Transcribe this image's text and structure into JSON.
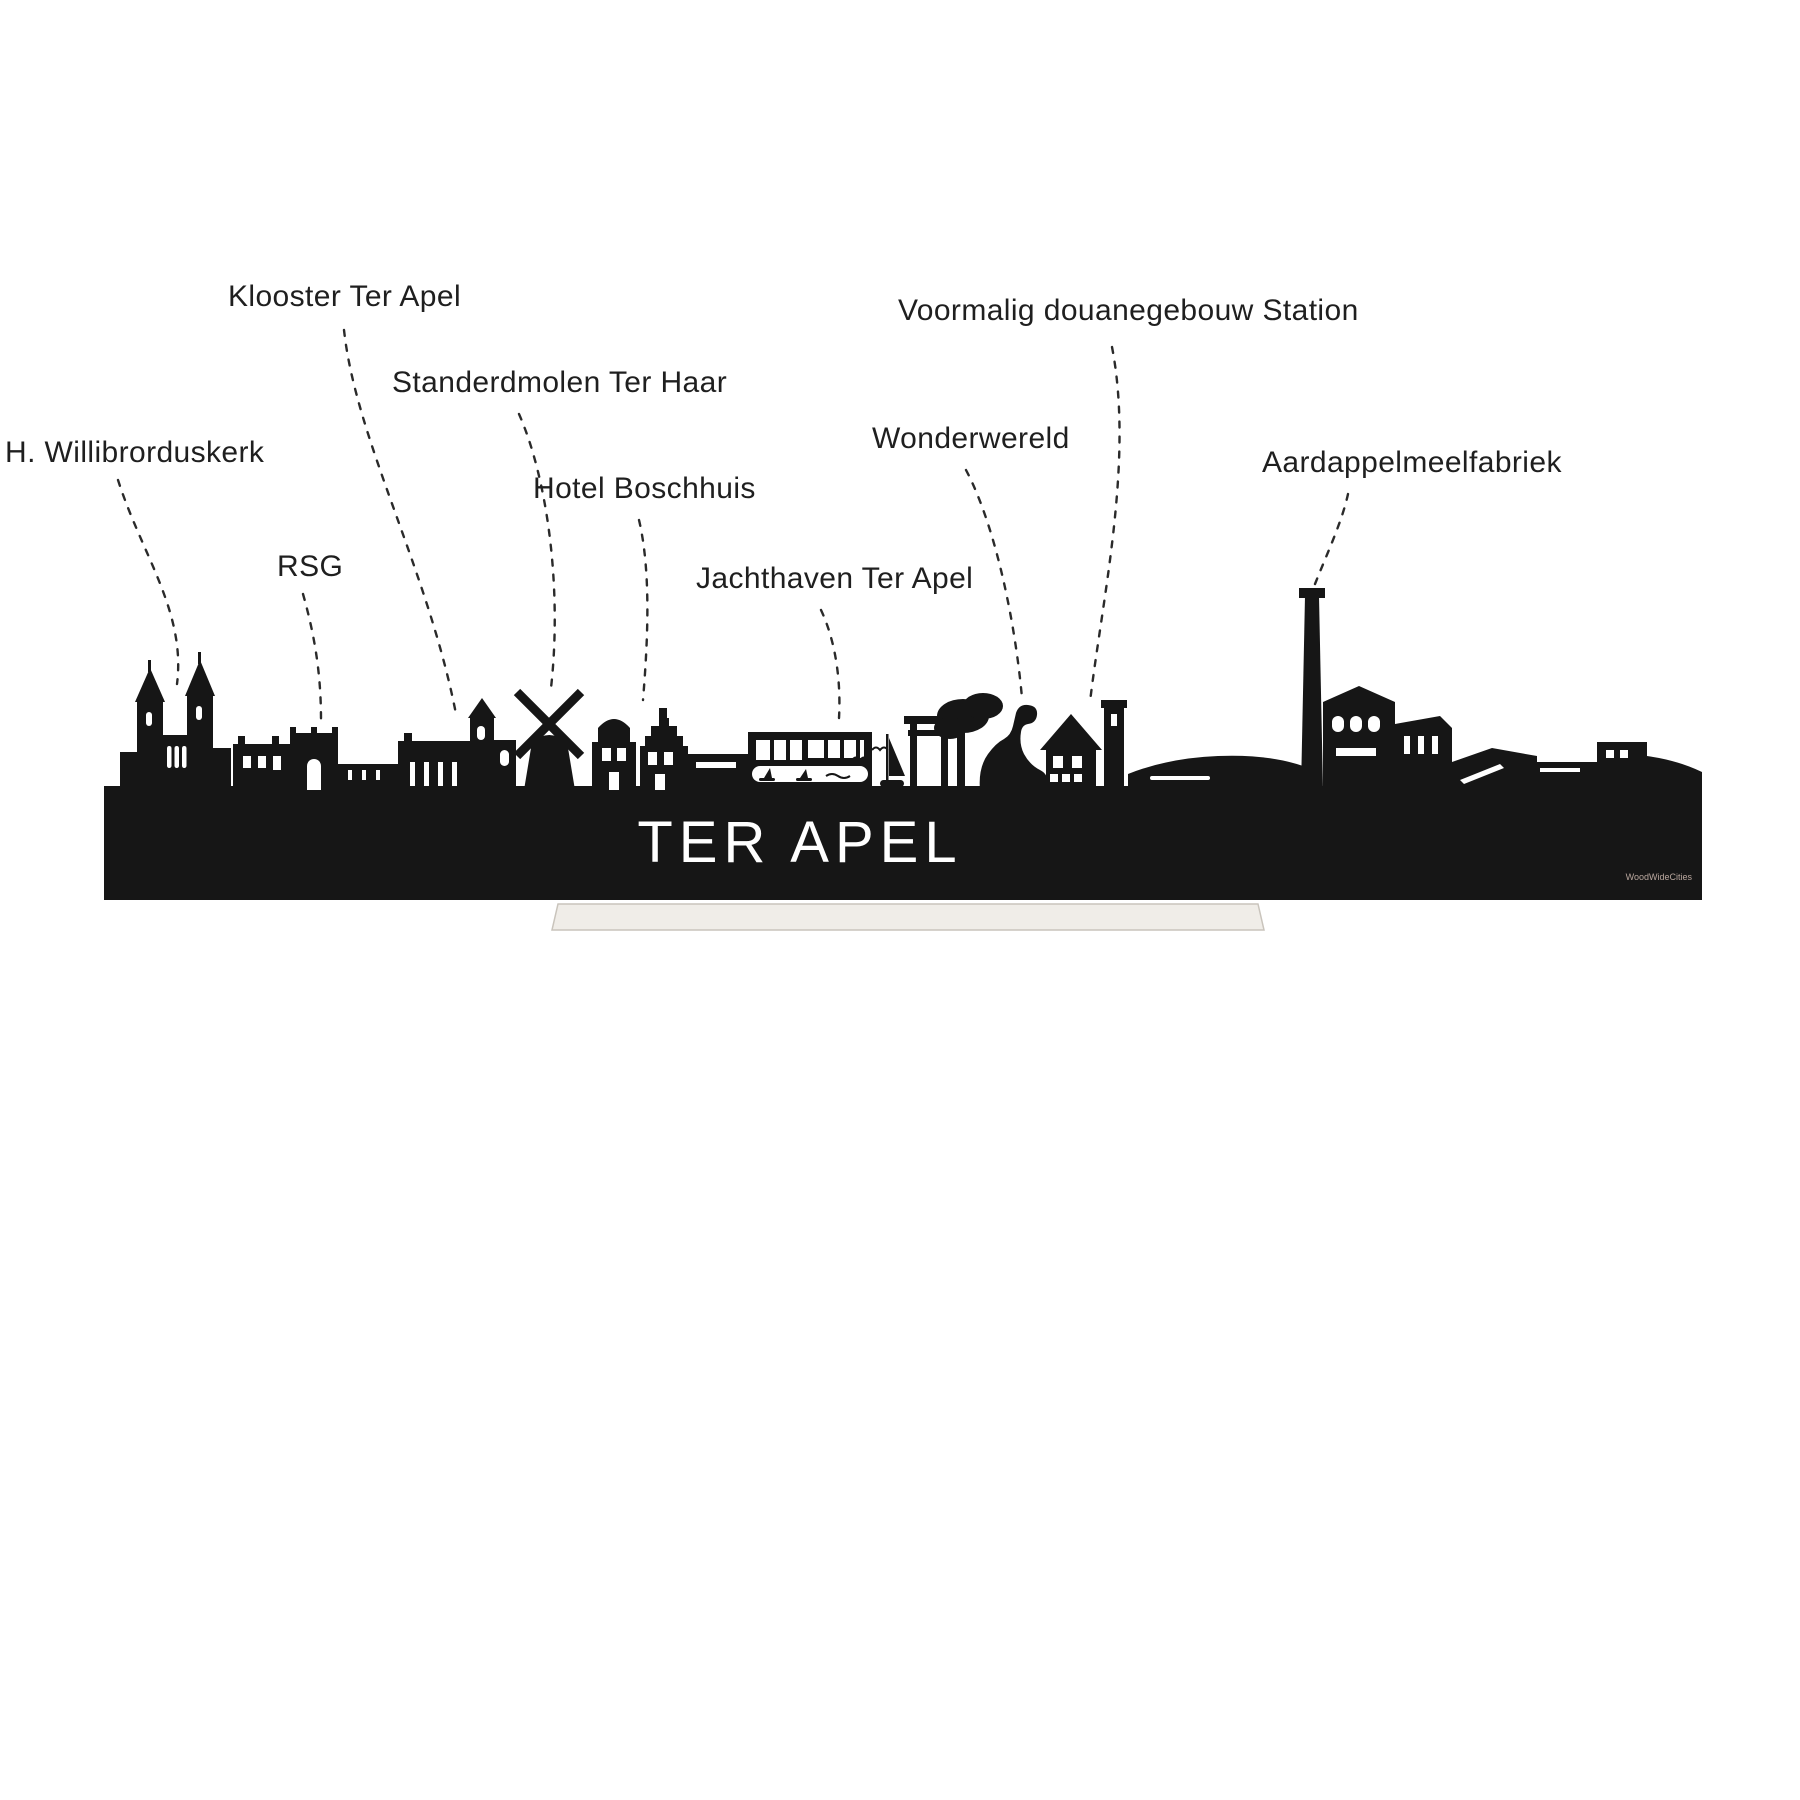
{
  "title": "TER APEL",
  "watermark": "WoodWideCities",
  "labels": [
    {
      "id": "h-willibrorduskerk",
      "text": "H. Willibrorduskerk"
    },
    {
      "id": "rsg",
      "text": "RSG"
    },
    {
      "id": "klooster-ter-apel",
      "text": "Klooster Ter Apel"
    },
    {
      "id": "standerdmolen-ter-haar",
      "text": "Standerdmolen Ter Haar"
    },
    {
      "id": "hotel-boschhuis",
      "text": "Hotel Boschhuis"
    },
    {
      "id": "jachthaven-ter-apel",
      "text": "Jachthaven Ter Apel"
    },
    {
      "id": "wonderwereld",
      "text": "Wonderwereld"
    },
    {
      "id": "voormalig-douanegebouw-station",
      "text": "Voormalig douanegebouw Station"
    },
    {
      "id": "aardappelmeelfabriek",
      "text": "Aardappelmeelfabriek"
    }
  ],
  "colors": {
    "background": "#ffffff",
    "silhouette": "#161616",
    "cutout": "#ffffff",
    "label_text": "#1f1f1f",
    "leader_line": "#2a2a2a",
    "stand_fill": "#f0ede8",
    "stand_edge": "#c9c4bc",
    "watermark": "#b9a79e"
  }
}
